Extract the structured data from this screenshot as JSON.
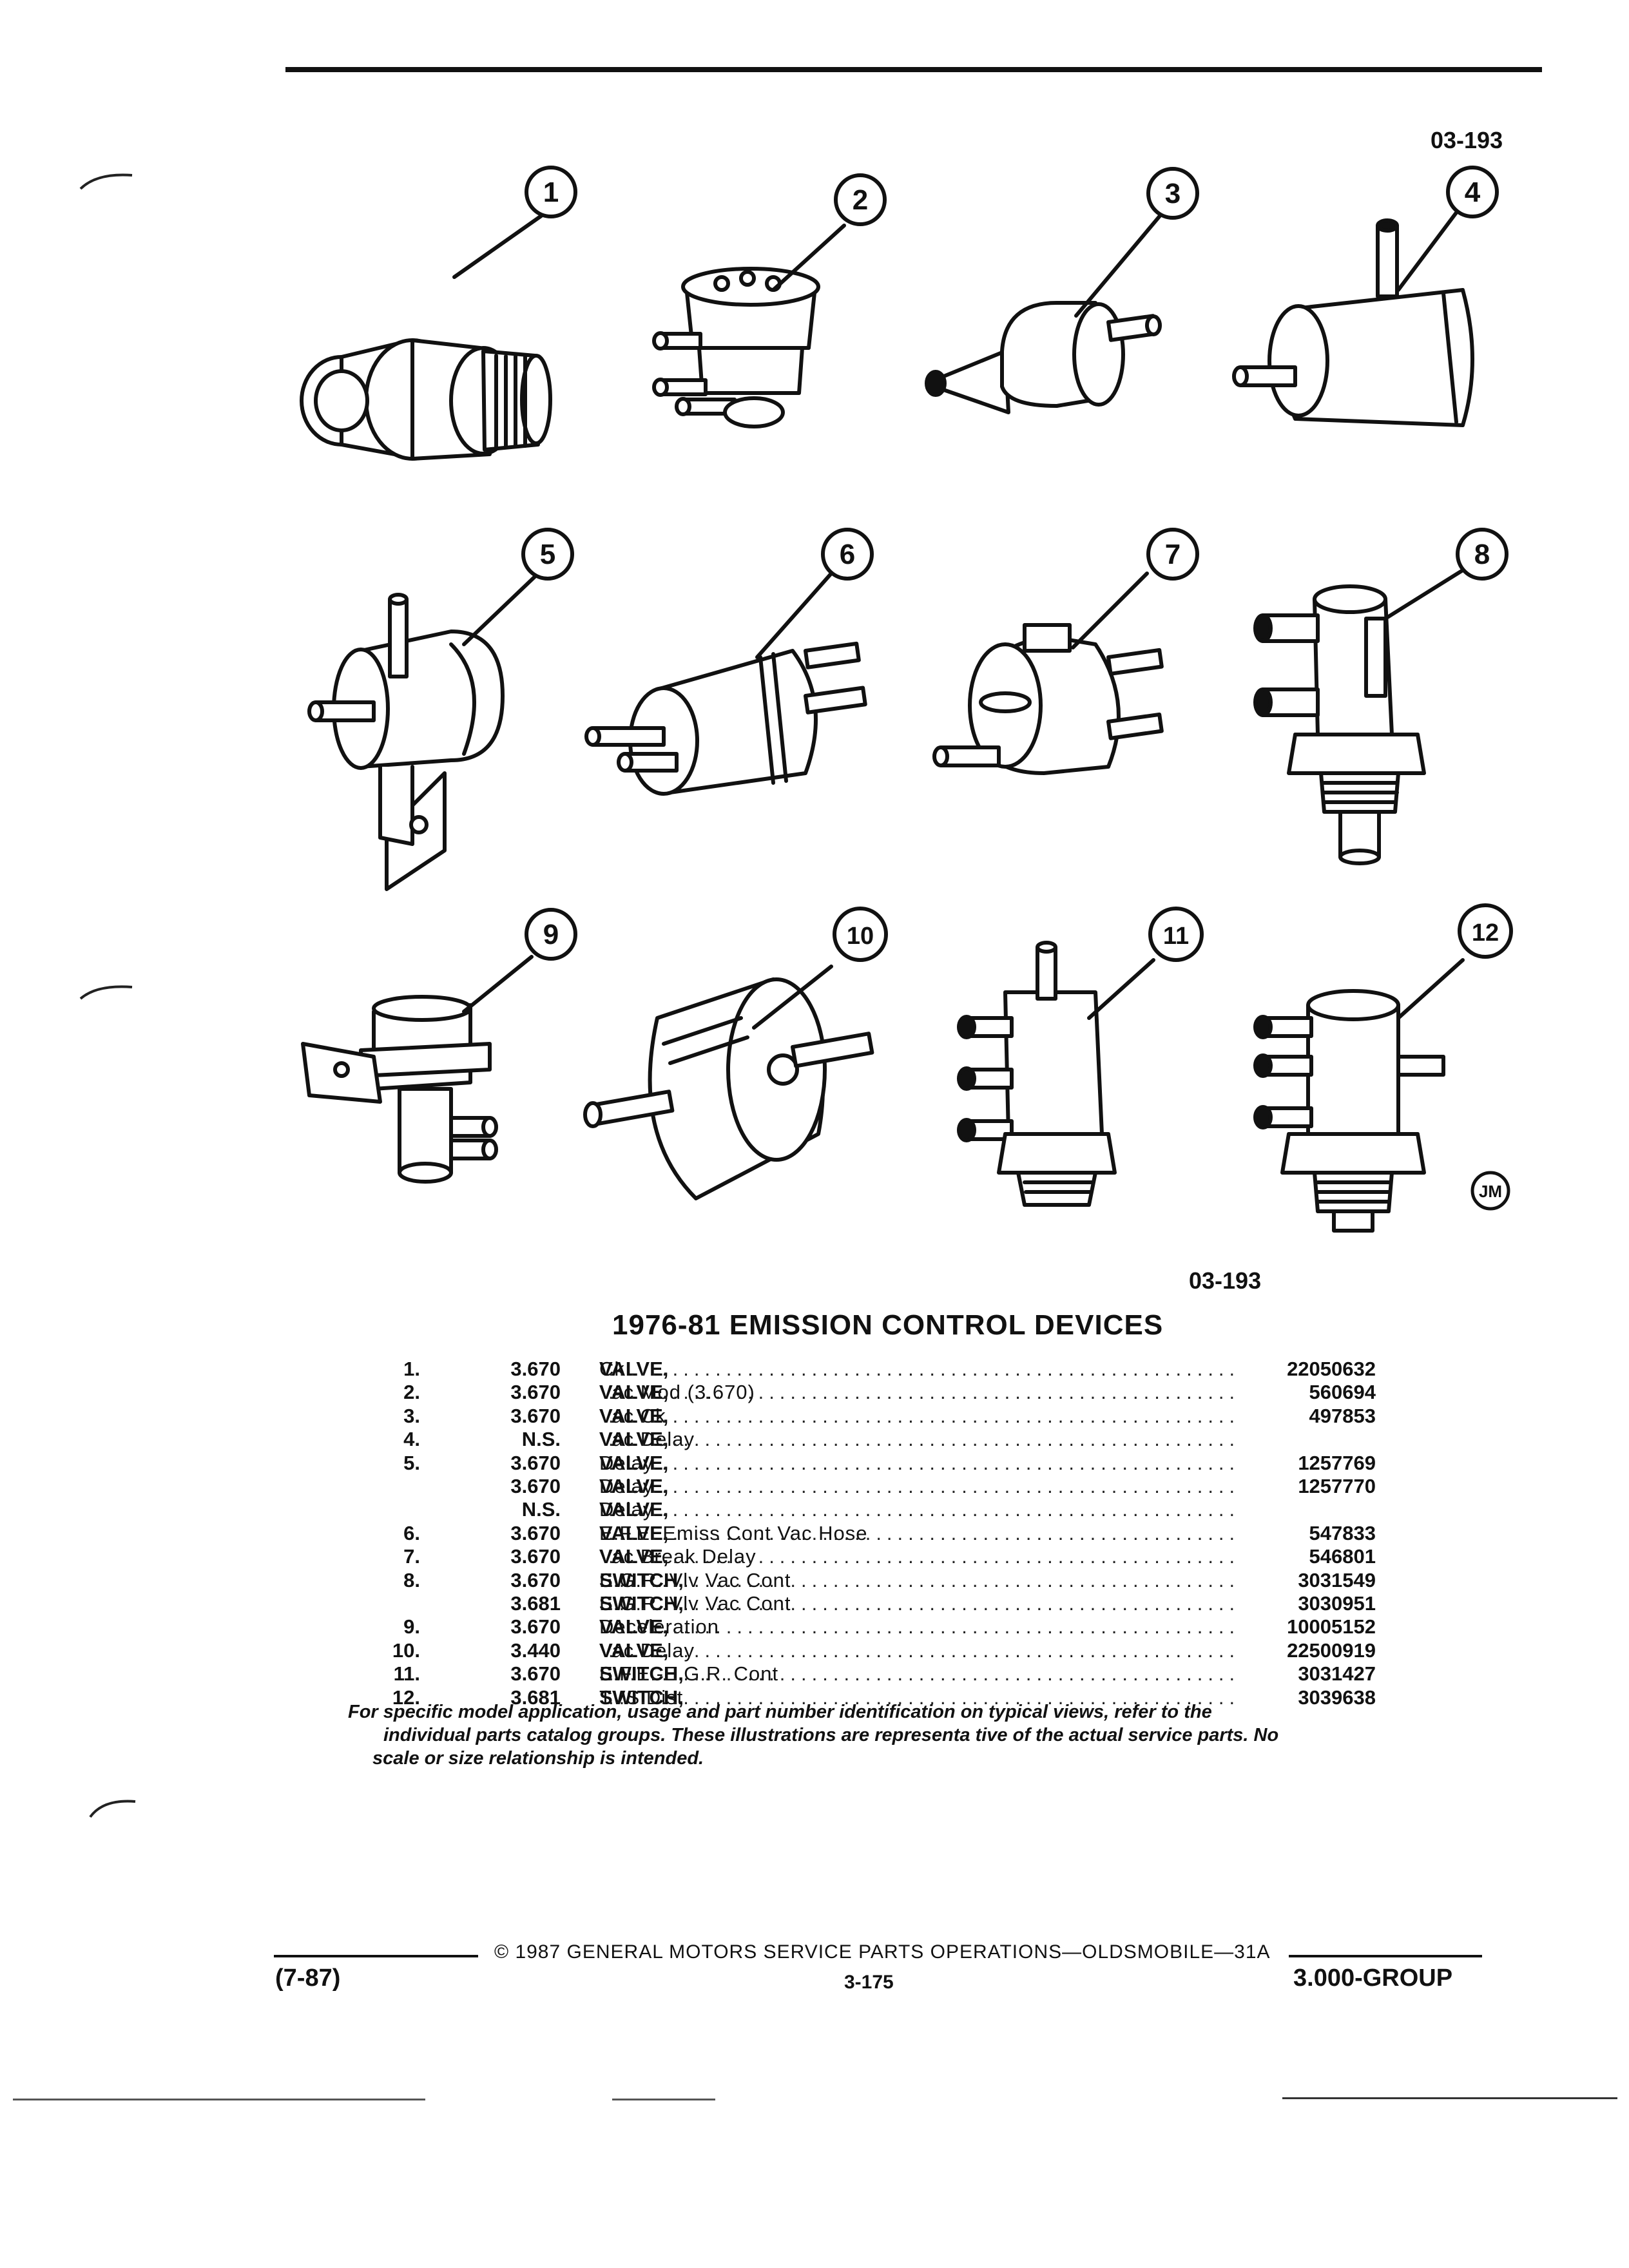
{
  "header": {
    "fig_code_top": "03-193"
  },
  "figure": {
    "fig_code_bottom": "03-193",
    "logo_text": "JM",
    "callouts": [
      "1",
      "2",
      "3",
      "4",
      "5",
      "6",
      "7",
      "8",
      "9",
      "10",
      "11",
      "12"
    ]
  },
  "title": "1976-81 EMISSION CONTROL DEVICES",
  "parts": [
    {
      "idx": "1.",
      "grp": "3.670",
      "noun": "VALVE,",
      "desc": "Ck",
      "pn": "22050632"
    },
    {
      "idx": "2.",
      "grp": "3.670",
      "noun": "VALVE,",
      "desc": "Vac Mod (3.670)",
      "pn": "560694"
    },
    {
      "idx": "3.",
      "grp": "3.670",
      "noun": "VALVE,",
      "desc": "Vac Ck",
      "pn": "497853"
    },
    {
      "idx": "4.",
      "grp": "N.S.",
      "noun": "VALVE,",
      "desc": "Vac Delay",
      "pn": ""
    },
    {
      "idx": "5.",
      "grp": "3.670",
      "noun": "VALVE,",
      "desc": "Delay",
      "pn": "1257769"
    },
    {
      "idx": "",
      "grp": "3.670",
      "noun": "VALVE,",
      "desc": "Delay",
      "pn": "1257770"
    },
    {
      "idx": "",
      "grp": "N.S.",
      "noun": "VALVE,",
      "desc": "Delay",
      "pn": ""
    },
    {
      "idx": "6.",
      "grp": "3.670",
      "noun": "VALVE,",
      "desc": "E.F.E. Emiss Cont Vac Hose",
      "pn": "547833"
    },
    {
      "idx": "7.",
      "grp": "3.670",
      "noun": "VALVE,",
      "desc": "Vac Break Delay",
      "pn": "546801"
    },
    {
      "idx": "8.",
      "grp": "3.670",
      "noun": "SWITCH,",
      "desc": "E.G.R. Vlv Vac Cont",
      "pn": "3031549"
    },
    {
      "idx": "",
      "grp": "3.681",
      "noun": "SWITCH,",
      "desc": "E.G.R. Vlv Vac Cont",
      "pn": "3030951"
    },
    {
      "idx": "9.",
      "grp": "3.670",
      "noun": "VALVE,",
      "desc": "Deceleration",
      "pn": "10005152"
    },
    {
      "idx": "10.",
      "grp": "3.440",
      "noun": "VALVE,",
      "desc": "Vac Delay",
      "pn": "22500919"
    },
    {
      "idx": "11.",
      "grp": "3.670",
      "noun": "SWITCH,",
      "desc": "E.F.E.-E.G.R. Cont",
      "pn": "3031427"
    },
    {
      "idx": "12.",
      "grp": "3.681",
      "noun": "SWITCH,",
      "desc": "TVS Dist",
      "pn": "3039638"
    }
  ],
  "note": {
    "line1": "For specific model application, usage and part number identification on typical views, refer to the",
    "line2": "individual parts catalog groups. These illustrations are representa tive of the actual service parts. No",
    "line3": "scale or size relationship is intended."
  },
  "footer": {
    "copyright": "© 1987 GENERAL MOTORS SERVICE PARTS OPERATIONS—OLDSMOBILE—31A",
    "date_code": "(7-87)",
    "page": "3-175",
    "group": "3.000-GROUP"
  }
}
